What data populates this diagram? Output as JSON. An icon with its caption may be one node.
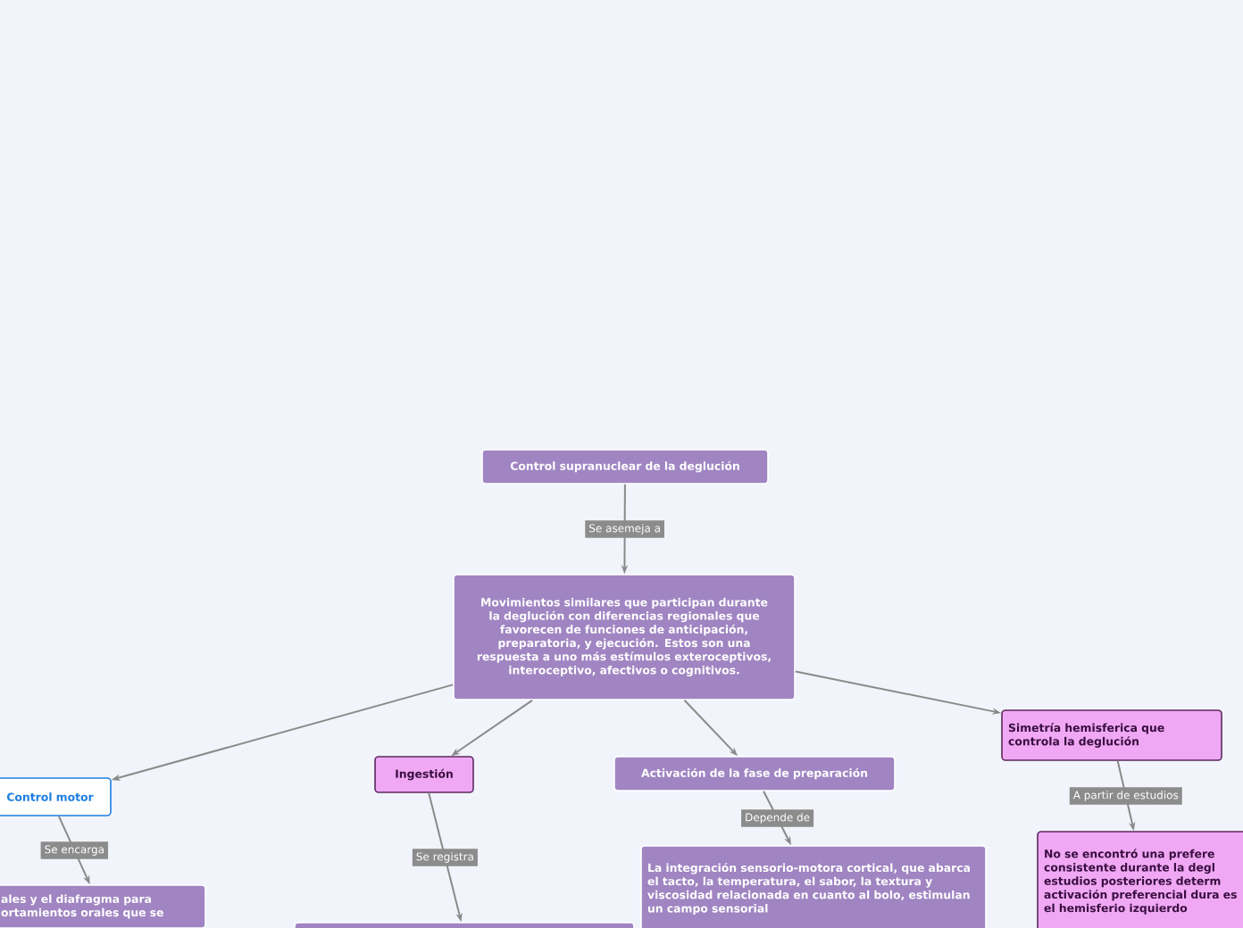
{
  "diagram": {
    "nodes": [
      {
        "text": [
          "Control supranuclear de la deglución"
        ]
      },
      {
        "text": [
          "Movimientos similares que participan durante la deglución con diferencias regionales que favorecen de funciones de anticipación, preparatoria, y ejecución. Estos son una respuesta a uno más estímulos exteroceptivos, interoceptivo, afectivos o cognitivos."
        ]
      },
      {
        "text": [
          "Control motor"
        ]
      },
      {
        "text": [
          "ales y el diafragma para ortamientos orales que se"
        ]
      },
      {
        "text": [
          "Ingestión"
        ]
      },
      {
        "text": [],
        "shape": "box"
      },
      {
        "text": [
          "Activación de la fase de preparación"
        ]
      },
      {
        "text": [
          "La integración sensorio-motora cortical, que abarca el tacto, la temperatura, el sabor, la textura y viscosidad relacionada en cuanto al bolo, estimulan un campo sensorial"
        ]
      },
      {
        "text": [
          "Simetría hemisferica que controla la deglución"
        ]
      },
      {
        "text": [
          "No se encontró una prefere consistente durante la degl estudios posteriores determ activación preferencial dura es el hemisferio izquierdo"
        ]
      }
    ],
    "edges": [
      {
        "from": 0,
        "to": 1,
        "arrow": "to",
        "label": "Se asemeja a"
      },
      {
        "from": 1,
        "to": 2,
        "arrow": "to"
      },
      {
        "from": 1,
        "to": 4,
        "arrow": "to"
      },
      {
        "from": 1,
        "to": 6,
        "arrow": "to"
      },
      {
        "from": 1,
        "to": 8,
        "arrow": "to"
      },
      {
        "from": 2,
        "to": 3,
        "arrow": "to",
        "label": "Se encarga"
      },
      {
        "from": 4,
        "to": 5,
        "arrow": "to",
        "label": "Se registra"
      },
      {
        "from": 6,
        "to": 7,
        "arrow": "to",
        "label": "Depende de"
      },
      {
        "from": 8,
        "to": 9,
        "arrow": "to",
        "label": "A partir de estudios"
      }
    ]
  }
}
